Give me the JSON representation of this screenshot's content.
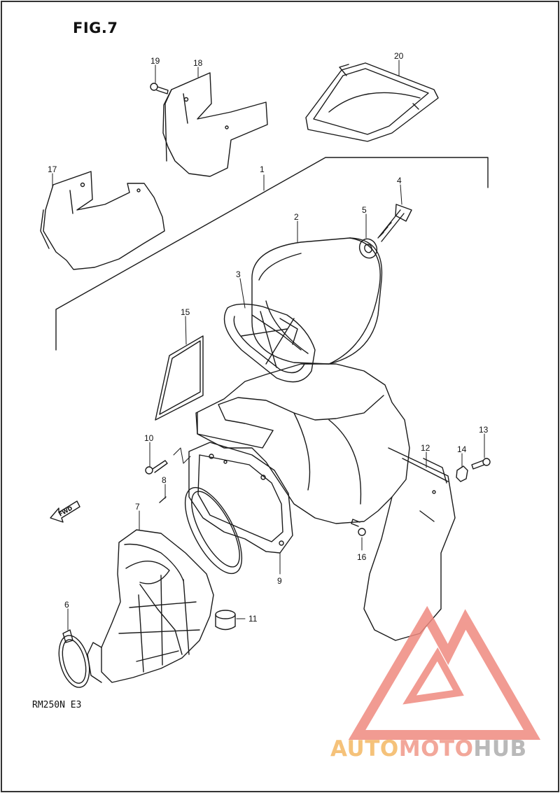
{
  "figure": {
    "title": "FIG.7",
    "model_code": "RM250N E3"
  },
  "fwd_label": "FWD",
  "watermark": {
    "part_a": "AUTO",
    "part_b": "MOTO",
    "part_c": "HUB",
    "colors": {
      "auto": "#f5c27a",
      "moto": "#f2a79a",
      "hub": "#b9b9b9",
      "logo": "#ef8a80"
    }
  },
  "callouts": [
    "1",
    "2",
    "3",
    "4",
    "5",
    "6",
    "7",
    "8",
    "9",
    "10",
    "11",
    "12",
    "13",
    "14",
    "15",
    "16",
    "17",
    "18",
    "19",
    "20"
  ],
  "colors": {
    "line": "#1a1a1a",
    "paper": "#ffffff",
    "border": "#333333"
  }
}
